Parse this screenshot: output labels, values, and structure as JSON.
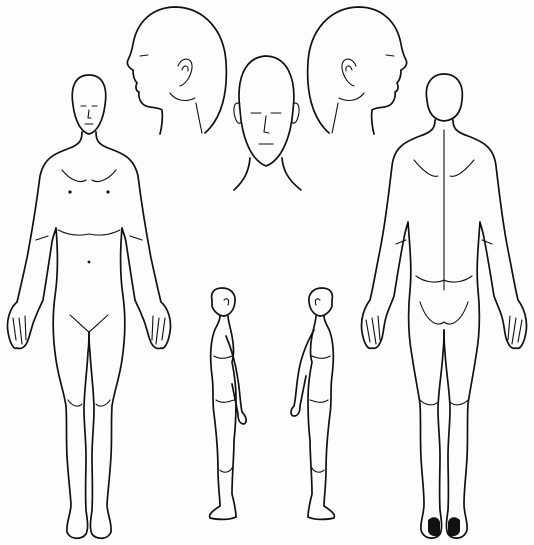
{
  "diagram": {
    "background_color": "#fdfdfd",
    "line_color": "#111111",
    "views": [
      {
        "id": "head-right-profile",
        "icon": "head-profile-facing-left"
      },
      {
        "id": "head-front",
        "icon": "head-front"
      },
      {
        "id": "head-left-profile",
        "icon": "head-profile-facing-right"
      },
      {
        "id": "body-anterior",
        "icon": "full-body-front"
      },
      {
        "id": "body-lateral-right",
        "icon": "full-body-side"
      },
      {
        "id": "body-lateral-left",
        "icon": "full-body-side"
      },
      {
        "id": "body-posterior",
        "icon": "full-body-back"
      }
    ]
  }
}
